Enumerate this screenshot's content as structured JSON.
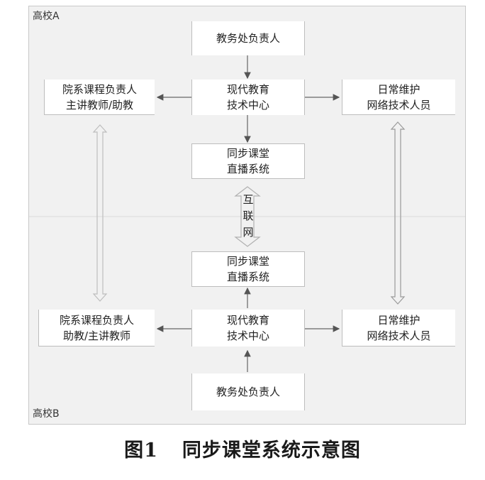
{
  "school_a": "高校A",
  "school_b": "高校B",
  "top": {
    "dean": "教务处负责人",
    "center": [
      "现代教育",
      "技术中心"
    ],
    "dept": [
      "院系课程负责人",
      "主讲教师/助教"
    ],
    "maint": [
      "日常维护",
      "网络技术人员"
    ],
    "sync": [
      "同步课堂",
      "直播系统"
    ]
  },
  "internet": [
    "互",
    "联",
    "网"
  ],
  "bottom": {
    "sync": [
      "同步课堂",
      "直播系统"
    ],
    "center": [
      "现代教育",
      "技术中心"
    ],
    "dept": [
      "院系课程负责人",
      "助教/主讲教师"
    ],
    "maint": [
      "日常维护",
      "网络技术人员"
    ],
    "dean": "教务处负责人"
  },
  "caption": {
    "fig": "图1",
    "title": "同步课堂系统示意图"
  }
}
